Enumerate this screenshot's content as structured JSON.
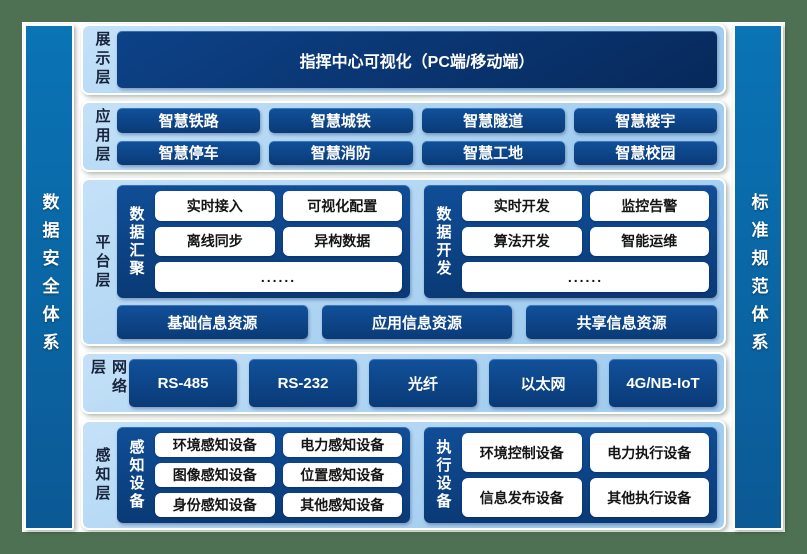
{
  "side_bars": {
    "left": "数据安全体系",
    "right": "标准规范体系"
  },
  "presentation_layer": {
    "label": "展示层",
    "box": "指挥中心可视化（PC端/移动端）"
  },
  "application_layer": {
    "label": "应用层",
    "boxes": [
      "智慧铁路",
      "智慧城铁",
      "智慧隧道",
      "智慧楼宇",
      "智慧停车",
      "智慧消防",
      "智慧工地",
      "智慧校园"
    ]
  },
  "platform_layer": {
    "label": "平台层",
    "groups": [
      {
        "label": "数据汇聚",
        "items": [
          "实时接入",
          "可视化配置",
          "离线同步",
          "异构数据",
          "......"
        ]
      },
      {
        "label": "数据开发",
        "items": [
          "实时开发",
          "监控告警",
          "算法开发",
          "智能运维",
          "......"
        ]
      }
    ],
    "resources": [
      "基础信息资源",
      "应用信息资源",
      "共享信息资源"
    ]
  },
  "network_layer": {
    "label": "网络层",
    "boxes": [
      "RS-485",
      "RS-232",
      "光纤",
      "以太网",
      "4G/NB-IoT"
    ]
  },
  "perception_layer": {
    "label": "感知层",
    "groups": [
      {
        "label": "感知设备",
        "items": [
          "环境感知设备",
          "电力感知设备",
          "图像感知设备",
          "位置感知设备",
          "身份感知设备",
          "其他感知设备"
        ]
      },
      {
        "label": "执行设备",
        "items": [
          "环境控制设备",
          "电力执行设备",
          "信息发布设备",
          "其他执行设备"
        ]
      }
    ]
  },
  "colors": {
    "frame_green": "#4e7153",
    "panel_light_blue": "#a9d1f1",
    "box_dark_blue": "#0b3e7e",
    "bar_blue": "#0a6aab",
    "item_white": "#ffffff"
  }
}
